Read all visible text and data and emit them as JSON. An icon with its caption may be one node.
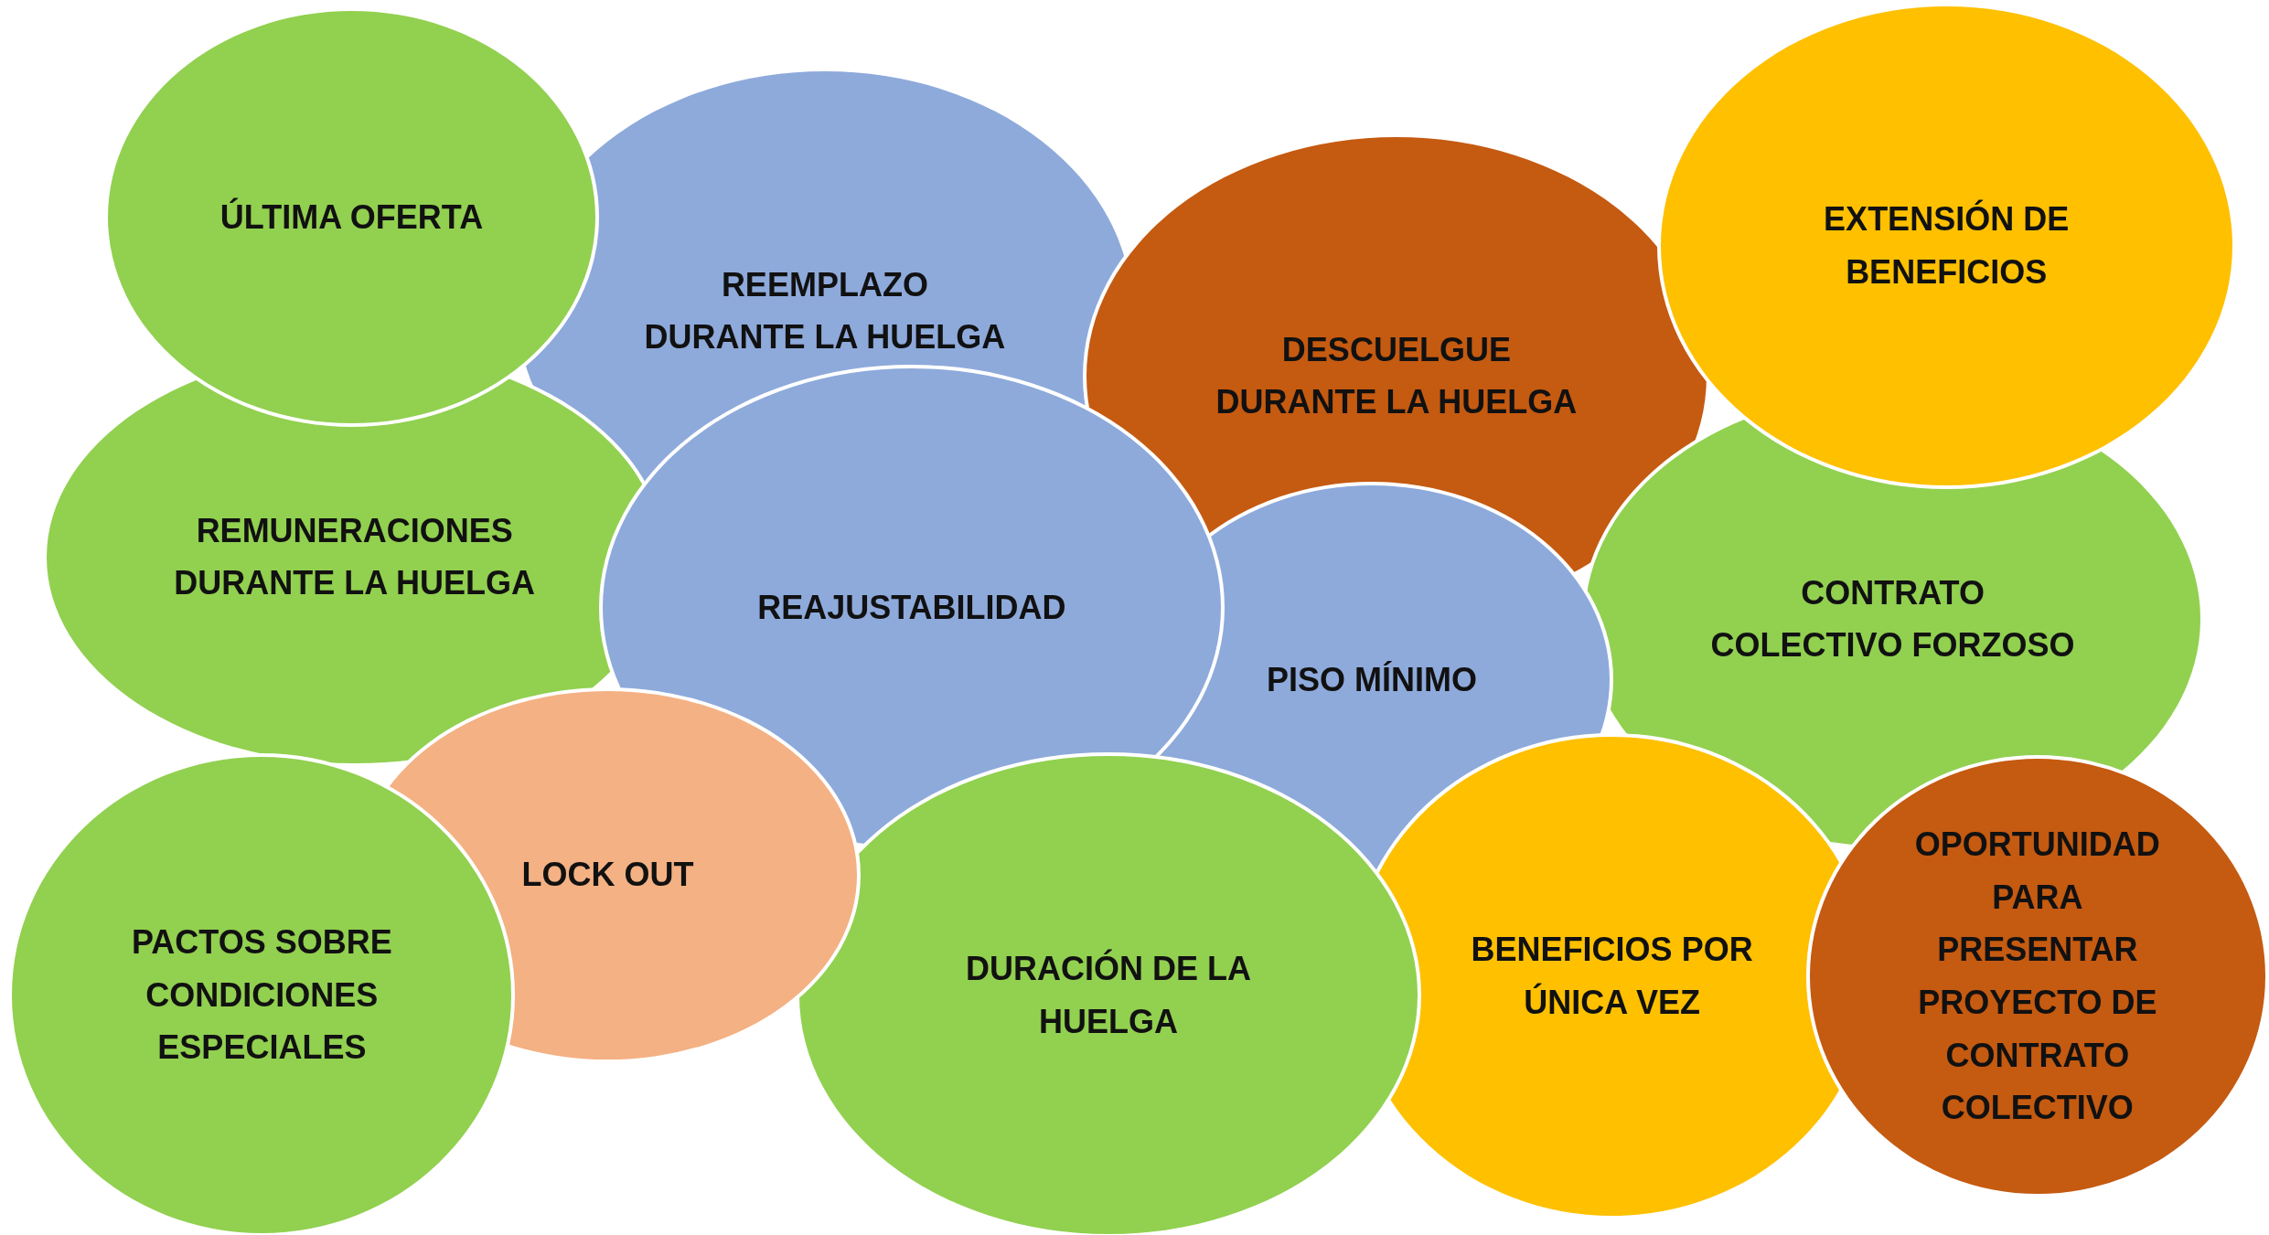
{
  "diagram": {
    "nodes": [
      {
        "text": [
          "ÚLTIMA OFERTA"
        ]
      },
      {
        "text": [
          "REEMPLAZO DURANTE LA HUELGA"
        ]
      },
      {
        "text": [
          "DESCUELGUE DURANTE LA HUELGA"
        ]
      },
      {
        "text": [
          "EXTENSIÓN DE BENEFICIOS"
        ]
      },
      {
        "text": [
          "REMUNERACIONES DURANTE LA HUELGA"
        ]
      },
      {
        "text": [
          "REAJUSTABILIDAD"
        ]
      },
      {
        "text": [
          "CONTRATO COLECTIVO FORZOSO"
        ]
      },
      {
        "text": [
          "PISO MÍNIMO"
        ]
      },
      {
        "text": [
          "LOCK OUT"
        ]
      },
      {
        "text": [
          "PACTOS SOBRE CONDICIONES ESPECIALES"
        ]
      },
      {
        "text": [
          "DURACIÓN DE LA HUELGA"
        ]
      },
      {
        "text": [
          "BENEFICIOS POR ÚNICA VEZ"
        ]
      },
      {
        "text": [
          "OPORTUNIDAD PARA PRESENTAR PROYECTO DE CONTRATO COLECTIVO"
        ]
      }
    ]
  }
}
